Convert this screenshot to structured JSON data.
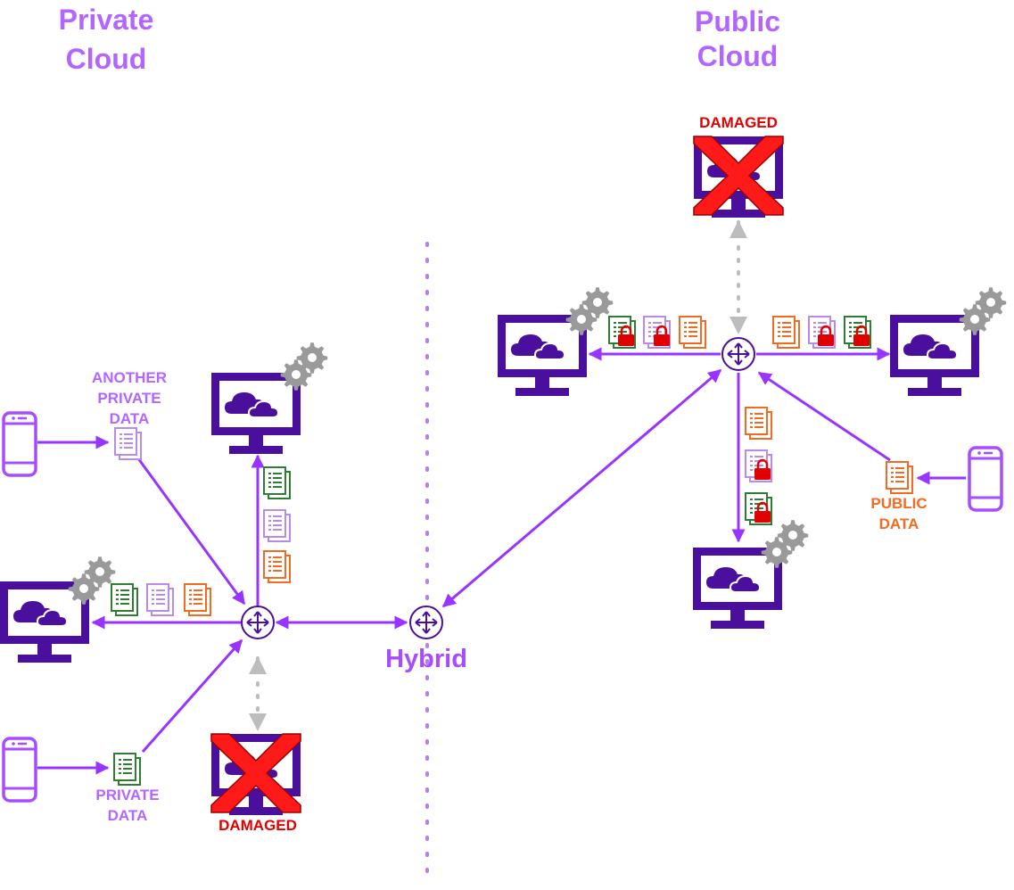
{
  "labels": {
    "private_cloud": [
      "Private",
      "Cloud"
    ],
    "public_cloud": [
      "Public",
      "Cloud"
    ],
    "hybrid": "Hybrid",
    "another_private_data": [
      "ANOTHER",
      "PRIVATE",
      "DATA"
    ],
    "private_data": [
      "PRIVATE",
      "DATA"
    ],
    "public_data": [
      "PUBLIC",
      "DATA"
    ],
    "damaged_top": "DAMAGED",
    "damaged_bottom": "DAMAGED"
  },
  "colors": {
    "monitor": "#4b0f9e",
    "edge": "#9933ff",
    "dashed": "#bdbdbd",
    "title": "#b366ff",
    "damaged": "#e00000",
    "doc_green": "#2e7d32",
    "doc_lavender": "#b98ae6",
    "doc_orange": "#f26b21",
    "lock": "#e00000",
    "gear": "#9a9a9a"
  },
  "icons": {
    "server": "cloud-server-icon",
    "phone": "phone-icon",
    "router": "router-icon",
    "document": "document-icon",
    "lock": "lock-icon",
    "gear": "gear-icon",
    "damaged": "damaged-x-icon"
  }
}
